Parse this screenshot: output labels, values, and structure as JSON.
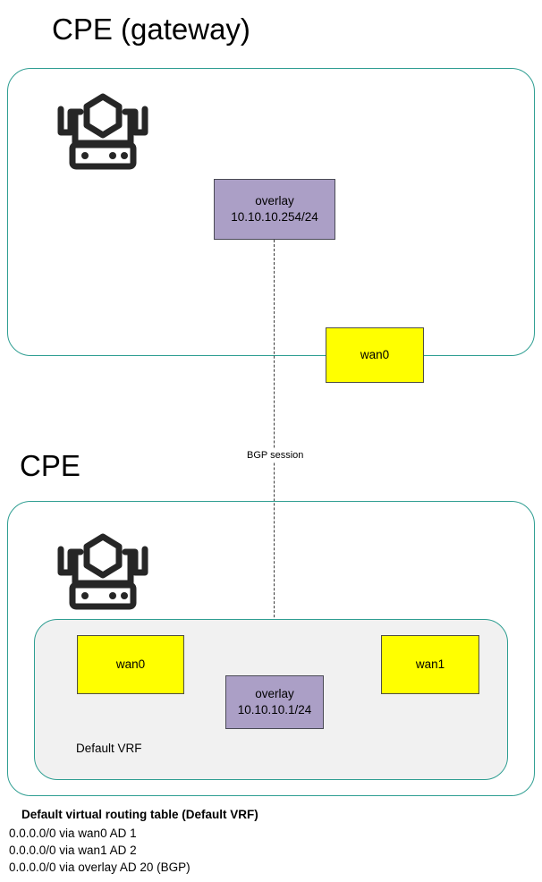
{
  "diagram": {
    "sections": [
      {
        "id": "gateway",
        "title": "CPE (gateway)"
      },
      {
        "id": "cpe",
        "title": "CPE"
      }
    ],
    "gateway": {
      "overlay": {
        "name": "overlay",
        "address": "10.10.10.254/24"
      },
      "wan0": {
        "label": "wan0"
      },
      "router_icon": "router-icon"
    },
    "cpe": {
      "vrf_label": "Default VRF",
      "wan0": {
        "label": "wan0"
      },
      "wan1": {
        "label": "wan1"
      },
      "overlay": {
        "name": "overlay",
        "address": "10.10.10.1/24"
      },
      "router_icon": "router-icon"
    },
    "connection": {
      "label": "BGP session",
      "style": "dashed"
    },
    "routing_table": {
      "title": "Default virtual routing table (Default VRF)",
      "routes": [
        "0.0.0.0/0 via wan0 AD 1",
        "0.0.0.0/0 via wan1 AD 2",
        "0.0.0.0/0 via overlay AD 20 (BGP)"
      ]
    },
    "colors": {
      "container_border": "#2f9e92",
      "wan_fill": "#ffff00",
      "overlay_fill": "#ab9fc6",
      "vrf_fill": "#f1f1f1",
      "text": "#000000"
    }
  }
}
